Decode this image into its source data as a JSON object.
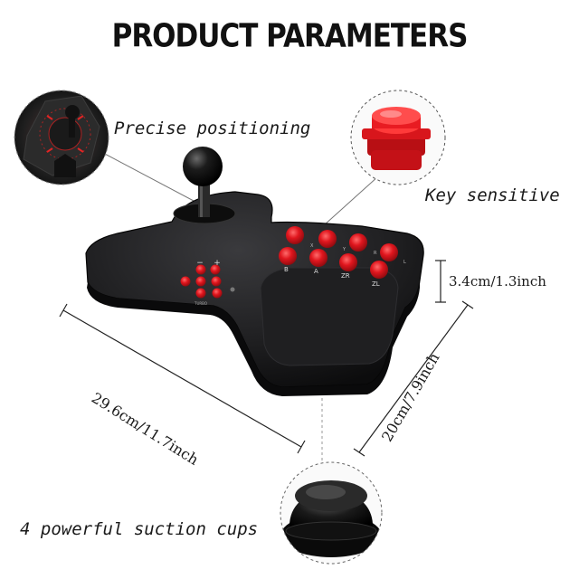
{
  "title": "PRODUCT PARAMETERS",
  "callouts": {
    "precise": "Precise positioning",
    "key": "Key sensitive",
    "suction": "4 powerful suction cups"
  },
  "dimensions": {
    "height": "3.4cm/1.3inch",
    "width": "29.6cm/11.7inch",
    "depth": "20cm/7.9inch"
  },
  "buttons": {
    "action_labels": [
      "B",
      "A",
      "ZR",
      "ZL"
    ],
    "top_labels": [
      "X",
      "Y",
      "R",
      "L"
    ],
    "small_labels": [
      "−",
      "+"
    ],
    "turbo_label": "TURBO"
  },
  "colors": {
    "body": "#1c1c1e",
    "button_red": "#e0161e",
    "accent_red": "#d9191f"
  }
}
